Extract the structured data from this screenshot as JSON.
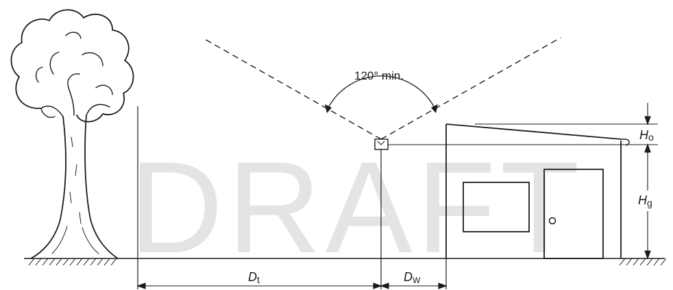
{
  "diagram": {
    "angle_label": "120° min.",
    "labels": {
      "ho_main": "H",
      "ho_sub": "o",
      "hg_main": "H",
      "hg_sub": "g",
      "dt_main": "D",
      "dt_sub": "t",
      "dw_main": "D",
      "dw_sub": "W"
    },
    "watermark": "DRAFT"
  },
  "colors": {
    "line": "#1a1a1a",
    "watermark": "#cfcfcf"
  }
}
